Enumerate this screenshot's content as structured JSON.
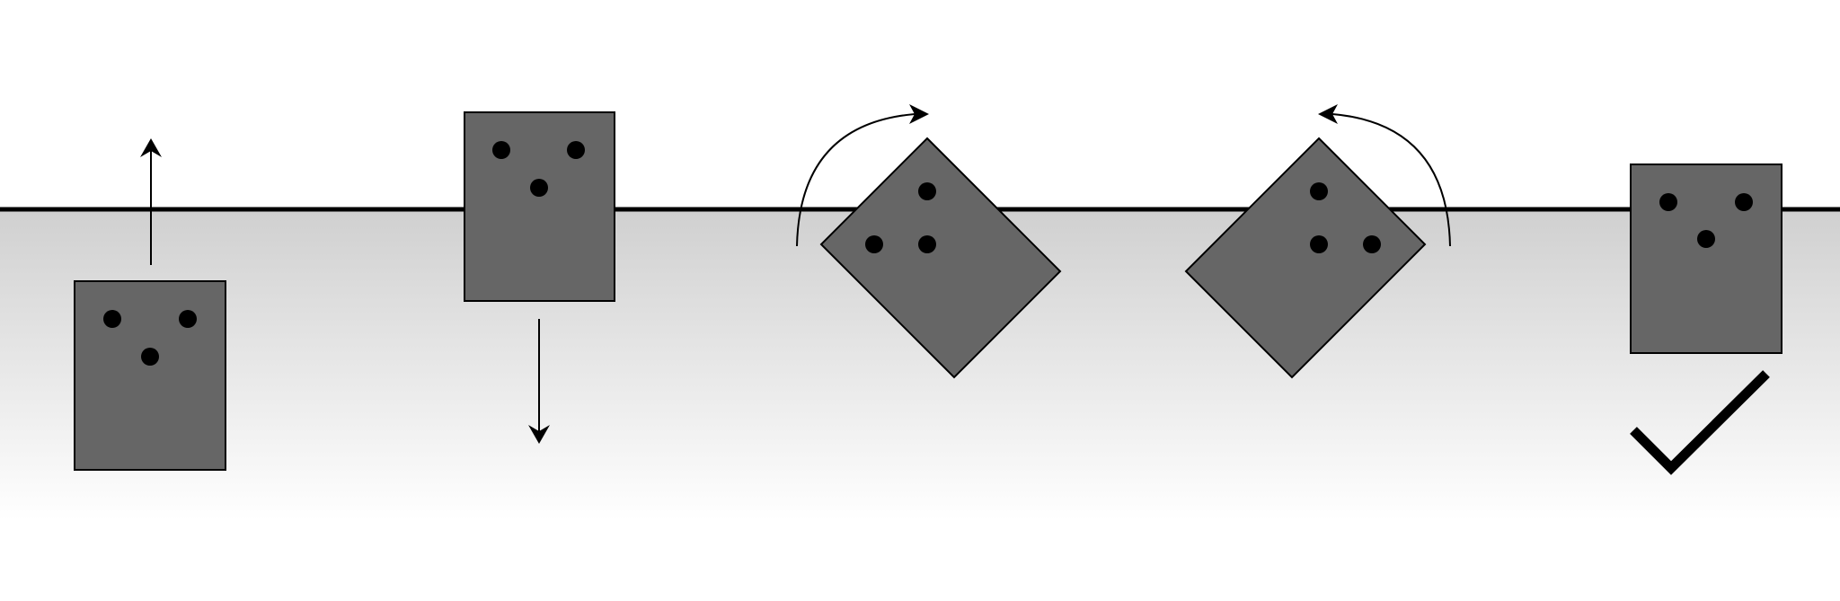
{
  "diagram": {
    "steps": [
      {
        "id": "step-1",
        "motion": "move-up",
        "dots": 3
      },
      {
        "id": "step-2",
        "motion": "move-down",
        "dots": 3
      },
      {
        "id": "step-3",
        "motion": "rotate-clockwise",
        "dots": 3
      },
      {
        "id": "step-4",
        "motion": "rotate-counterclockwise",
        "dots": 3
      },
      {
        "id": "step-5",
        "motion": "accepted",
        "dots": 3
      }
    ],
    "icons": {
      "up": "arrow-up-icon",
      "down": "arrow-down-icon",
      "cw": "rotate-clockwise-icon",
      "ccw": "rotate-counterclockwise-icon",
      "ok": "checkmark-icon"
    },
    "colors": {
      "card_fill": "#666666",
      "card_stroke": "#000000",
      "dot": "#000000",
      "line": "#000000",
      "gradient_top": "#d0d0d0",
      "gradient_bottom": "#ffffff",
      "background": "#ffffff"
    }
  }
}
